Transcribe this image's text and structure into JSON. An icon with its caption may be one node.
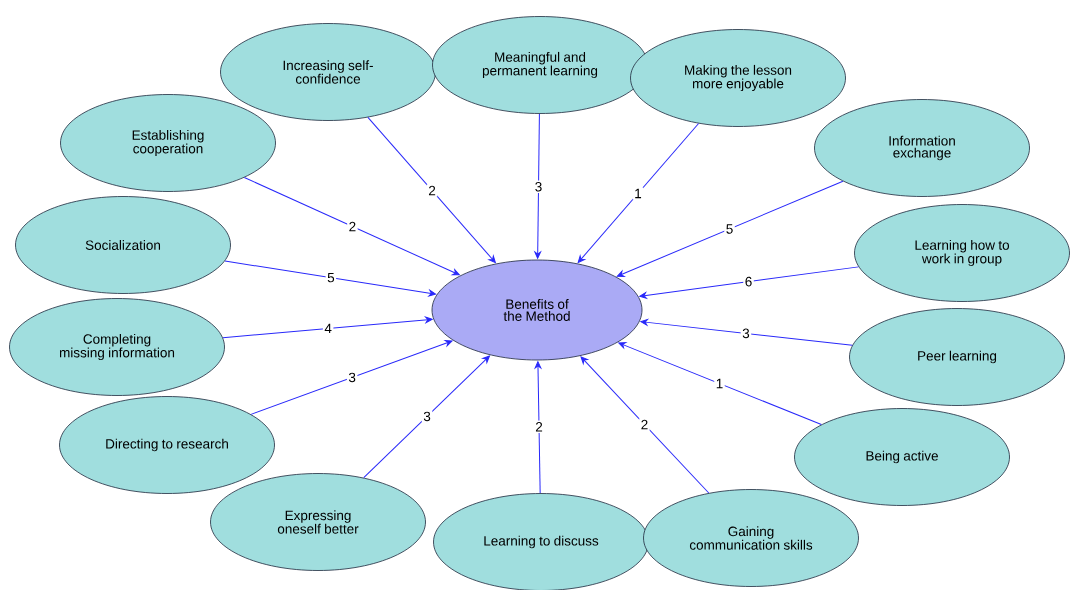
{
  "diagram": {
    "nodes": [
      {
        "text": [
          "Benefits of the Method"
        ]
      },
      {
        "text": [
          "Increasing self-confidence"
        ]
      },
      {
        "text": [
          "Meaningful and permanent learning"
        ]
      },
      {
        "text": [
          "Making the lesson more enjoyable"
        ]
      },
      {
        "text": [
          "Establishing cooperation"
        ]
      },
      {
        "text": [
          "Information exchange"
        ]
      },
      {
        "text": [
          "Socialization"
        ]
      },
      {
        "text": [
          "Learning how to work in group"
        ]
      },
      {
        "text": [
          "Completing missing information"
        ]
      },
      {
        "text": [
          "Peer learning"
        ]
      },
      {
        "text": [
          "Directing to research"
        ]
      },
      {
        "text": [
          "Being active"
        ]
      },
      {
        "text": [
          "Expressing oneself better"
        ]
      },
      {
        "text": [
          "Learning to discuss"
        ]
      },
      {
        "text": [
          "Gaining communication skills"
        ]
      }
    ],
    "edges": [
      {
        "from": 1,
        "to": 0,
        "arrow": "to",
        "label": "2"
      },
      {
        "from": 2,
        "to": 0,
        "arrow": "to",
        "label": "3"
      },
      {
        "from": 3,
        "to": 0,
        "arrow": "to",
        "label": "1"
      },
      {
        "from": 4,
        "to": 0,
        "arrow": "to",
        "label": "2"
      },
      {
        "from": 5,
        "to": 0,
        "arrow": "to",
        "label": "5"
      },
      {
        "from": 6,
        "to": 0,
        "arrow": "to",
        "label": "5"
      },
      {
        "from": 7,
        "to": 0,
        "arrow": "to",
        "label": "6"
      },
      {
        "from": 8,
        "to": 0,
        "arrow": "to",
        "label": "4"
      },
      {
        "from": 9,
        "to": 0,
        "arrow": "to",
        "label": "3"
      },
      {
        "from": 10,
        "to": 0,
        "arrow": "to",
        "label": "3"
      },
      {
        "from": 11,
        "to": 0,
        "arrow": "to",
        "label": "1"
      },
      {
        "from": 12,
        "to": 0,
        "arrow": "to",
        "label": "3"
      },
      {
        "from": 13,
        "to": 0,
        "arrow": "to",
        "label": "2"
      },
      {
        "from": 14,
        "to": 0,
        "arrow": "to",
        "label": "2"
      }
    ]
  }
}
